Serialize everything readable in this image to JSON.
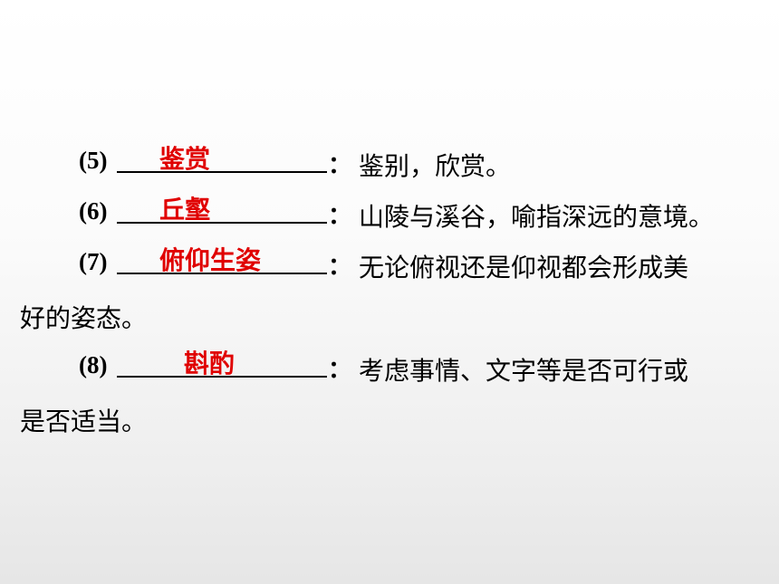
{
  "items": [
    {
      "number": "(5)",
      "answer": "鉴赏",
      "colon": "：",
      "definition": "鉴别，欣赏。",
      "continuation": ""
    },
    {
      "number": "(6)",
      "answer": "丘壑",
      "colon": "：",
      "definition": "山陵与溪谷，喻指深远的意境。",
      "continuation": ""
    },
    {
      "number": "(7)",
      "answer": "俯仰生姿",
      "colon": "：",
      "definition": "无论俯视还是仰视都会形成美",
      "continuation": "好的姿态。"
    },
    {
      "number": "(8)",
      "answer": "斟酌",
      "colon": "：",
      "definition": "考虑事情、文字等是否可行或",
      "continuation": "是否适当。"
    }
  ]
}
